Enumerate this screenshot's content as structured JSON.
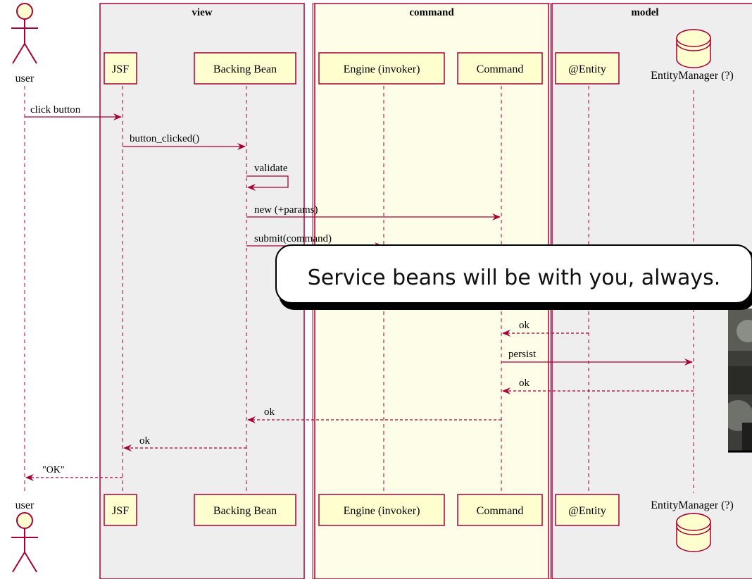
{
  "groups": [
    {
      "id": "view",
      "title": "view"
    },
    {
      "id": "command",
      "title": "command"
    },
    {
      "id": "model",
      "title": "model"
    }
  ],
  "participants": [
    {
      "id": "user",
      "label": "user",
      "kind": "actor"
    },
    {
      "id": "jsf",
      "label": "JSF",
      "kind": "box"
    },
    {
      "id": "backing",
      "label": "Backing Bean",
      "kind": "box"
    },
    {
      "id": "engine",
      "label": "Engine (invoker)",
      "kind": "box"
    },
    {
      "id": "command",
      "label": "Command",
      "kind": "box"
    },
    {
      "id": "entity",
      "label": "@Entity",
      "kind": "box"
    },
    {
      "id": "em",
      "label": "EntityManager (?)",
      "kind": "database"
    }
  ],
  "messages": [
    {
      "from": "user",
      "to": "jsf",
      "label": "click button",
      "style": "solid"
    },
    {
      "from": "jsf",
      "to": "backing",
      "label": "button_clicked()",
      "style": "solid"
    },
    {
      "from": "backing",
      "to": "backing",
      "label": "validate",
      "style": "self"
    },
    {
      "from": "backing",
      "to": "command",
      "label": "new (+params)",
      "style": "solid"
    },
    {
      "from": "backing",
      "to": "engine",
      "label": "submit(command)",
      "style": "solid"
    },
    {
      "from": "entity",
      "to": "command",
      "label": "ok",
      "style": "dashed"
    },
    {
      "from": "command",
      "to": "em",
      "label": "persist",
      "style": "solid"
    },
    {
      "from": "em",
      "to": "command",
      "label": "ok",
      "style": "dashed"
    },
    {
      "from": "command",
      "to": "backing",
      "label": "ok",
      "style": "dashed"
    },
    {
      "from": "backing",
      "to": "jsf",
      "label": "ok",
      "style": "dashed"
    },
    {
      "from": "jsf",
      "to": "user",
      "label": "\"OK\"",
      "style": "dashed"
    }
  ],
  "overlay": {
    "caption": "Service beans will be with you, always."
  },
  "colors": {
    "line": "#a80036",
    "group_view_fill": "#eeeeee",
    "group_command_fill": "#fefde8",
    "group_model_fill": "#eeeeee",
    "participant_fill": "#fefece"
  }
}
